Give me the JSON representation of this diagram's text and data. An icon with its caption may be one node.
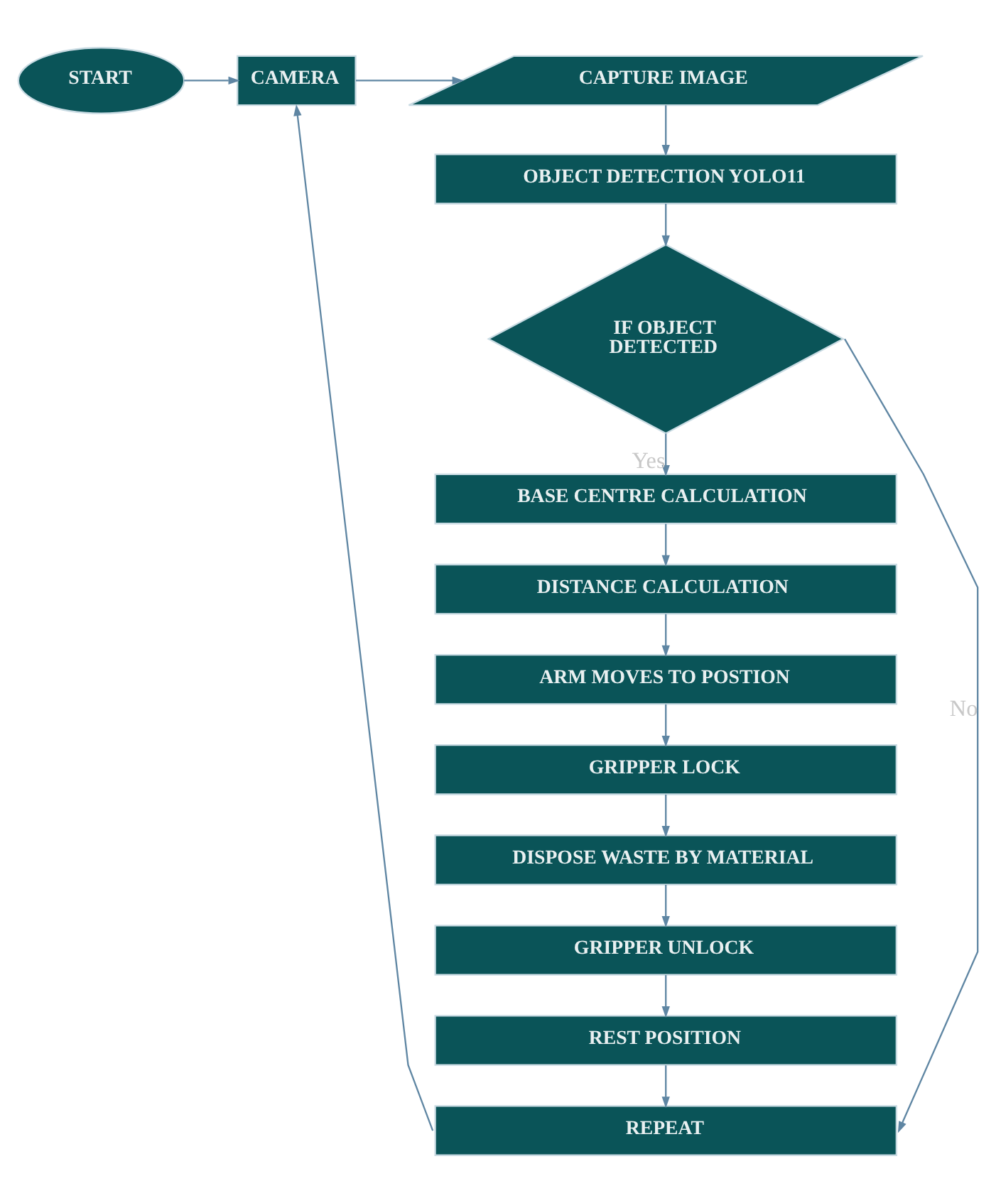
{
  "diagram": {
    "nodes": [
      {
        "text": [
          "START"
        ]
      },
      {
        "text": [
          "CAMERA"
        ]
      },
      {
        "text": [
          "CAPTURE IMAGE"
        ]
      },
      {
        "text": [
          "OBJECT DETECTION YOLO11"
        ]
      },
      {
        "text": [
          "IF OBJECT DETECTED"
        ]
      },
      {
        "text": [
          "BASE CENTRE CALCULATION"
        ]
      },
      {
        "text": [
          "DISTANCE CALCULATION"
        ]
      },
      {
        "text": [
          "ARM MOVES TO POSTION"
        ]
      },
      {
        "text": [
          "GRIPPER LOCK"
        ]
      },
      {
        "text": [
          "DISPOSE WASTE BY MATERIAL"
        ]
      },
      {
        "text": [
          "GRIPPER UNLOCK"
        ]
      },
      {
        "text": [
          "REST POSITION"
        ]
      },
      {
        "text": [
          "REPEAT"
        ]
      }
    ],
    "edges": [
      {
        "from": 0,
        "to": 1,
        "arrow": "to"
      },
      {
        "from": 1,
        "to": 2,
        "arrow": "to"
      },
      {
        "from": 2,
        "to": 3,
        "arrow": "to"
      },
      {
        "from": 3,
        "to": 4,
        "arrow": "to"
      },
      {
        "from": 4,
        "to": 5,
        "arrow": "to",
        "label": "Yes"
      },
      {
        "from": 5,
        "to": 6,
        "arrow": "to"
      },
      {
        "from": 6,
        "to": 7,
        "arrow": "to"
      },
      {
        "from": 7,
        "to": 8,
        "arrow": "to"
      },
      {
        "from": 8,
        "to": 9,
        "arrow": "to"
      },
      {
        "from": 9,
        "to": 10,
        "arrow": "to"
      },
      {
        "from": 10,
        "to": 11,
        "arrow": "to"
      },
      {
        "from": 11,
        "to": 12,
        "arrow": "to"
      },
      {
        "from": 4,
        "to": 12,
        "arrow": "to",
        "label": "No"
      },
      {
        "from": 12,
        "to": 1,
        "arrow": "to"
      }
    ]
  }
}
